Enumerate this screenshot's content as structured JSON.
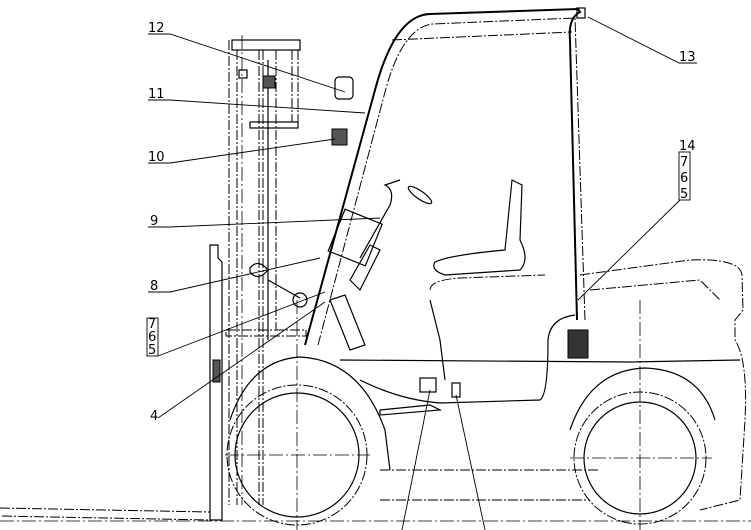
{
  "callouts": {
    "c12": "12",
    "c11": "11",
    "c10": "10",
    "c9": "9",
    "c8": "8",
    "c7_left": "7",
    "c6_left": "6",
    "c5_left": "5",
    "c4": "4",
    "c13": "13",
    "c14": "14",
    "c7_right": "7",
    "c6_right": "6",
    "c5_right": "5"
  }
}
